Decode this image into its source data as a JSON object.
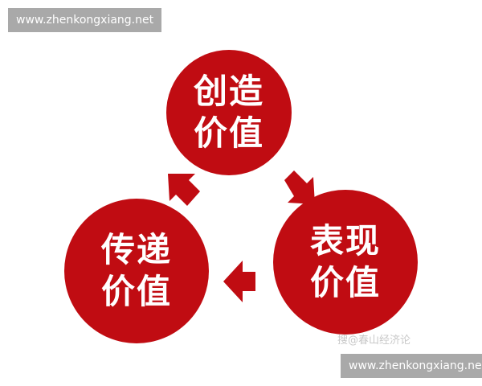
{
  "watermarks": {
    "top_left": "www.zhenkongxiang.net",
    "bottom_right": "www.zhenkongxiang.net"
  },
  "diagram": {
    "nodes": [
      {
        "id": "create",
        "line1": "创造",
        "line2": "价值"
      },
      {
        "id": "express",
        "line1": "表现",
        "line2": "价值"
      },
      {
        "id": "deliver",
        "line1": "传递",
        "line2": "价值"
      }
    ],
    "edges": [
      {
        "from": "create",
        "to": "express"
      },
      {
        "from": "express",
        "to": "deliver"
      },
      {
        "from": "deliver",
        "to": "create"
      }
    ],
    "color": "#c00c12"
  },
  "credit": "搜@春山经济论"
}
